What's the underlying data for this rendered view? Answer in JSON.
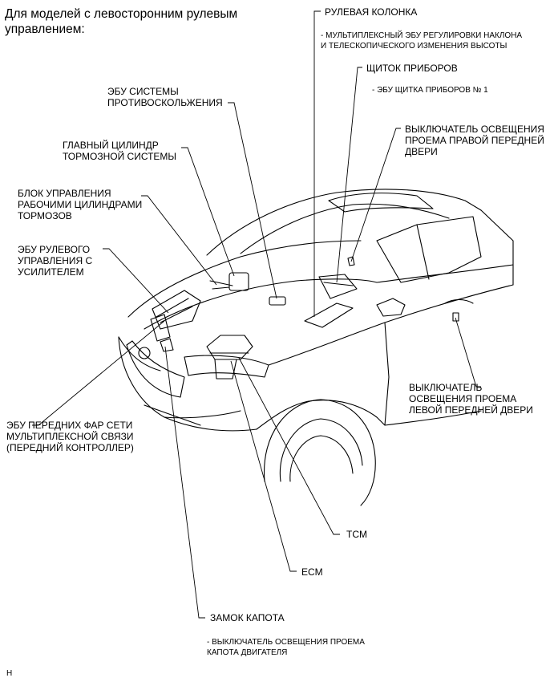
{
  "title": "Для моделей с левосторонним рулевым\nуправлением:",
  "labels": {
    "steering_column": "РУЛЕВАЯ КОЛОНКА",
    "steering_column_sub": "- МУЛЬТИПЛЕКСНЫЙ ЭБУ РЕГУЛИРОВКИ НАКЛОНА\nИ ТЕЛЕСКОПИЧЕСКОГО ИЗМЕНЕНИЯ ВЫСОТЫ",
    "instrument_panel": "ЩИТОК ПРИБОРОВ",
    "instrument_panel_sub": "- ЭБУ ЩИТКА ПРИБОРОВ № 1",
    "skid_control": "ЭБУ СИСТЕМЫ\nПРОТИВОСКОЛЬЖЕНИЯ",
    "master_cylinder": "ГЛАВНЫЙ ЦИЛИНДР\nТОРМОЗНОЙ СИСТЕМЫ",
    "brake_actuator": "БЛОК УПРАВЛЕНИЯ\nРАБОЧИМИ ЦИЛИНДРАМИ\nТОРМОЗОВ",
    "power_steering": "ЭБУ РУЛЕВОГО\nУПРАВЛЕНИЯ С\nУСИЛИТЕЛЕМ",
    "right_door_switch": "ВЫКЛЮЧАТЕЛЬ ОСВЕЩЕНИЯ\nПРОЕМА ПРАВОЙ ПЕРЕДНЕЙ\nДВЕРИ",
    "left_door_switch": "ВЫКЛЮЧАТЕЛЬ\nОСВЕЩЕНИЯ ПРОЕМА\nЛЕВОЙ ПЕРЕДНЕЙ ДВЕРИ",
    "headlight_ecu": "ЭБУ ПЕРЕДНИХ ФАР СЕТИ\nМУЛЬТИПЛЕКСНОЙ СВЯЗИ\n(ПЕРЕДНИЙ КОНТРОЛЛЕР)",
    "tcm": "TCM",
    "ecm": "ECM",
    "hood_lock": "ЗАМОК КАПОТА",
    "hood_lock_sub": "- ВЫКЛЮЧАТЕЛЬ ОСВЕЩЕНИЯ ПРОЕМА\nКАПОТА ДВИГАТЕЛЯ"
  },
  "footer_code": "H"
}
